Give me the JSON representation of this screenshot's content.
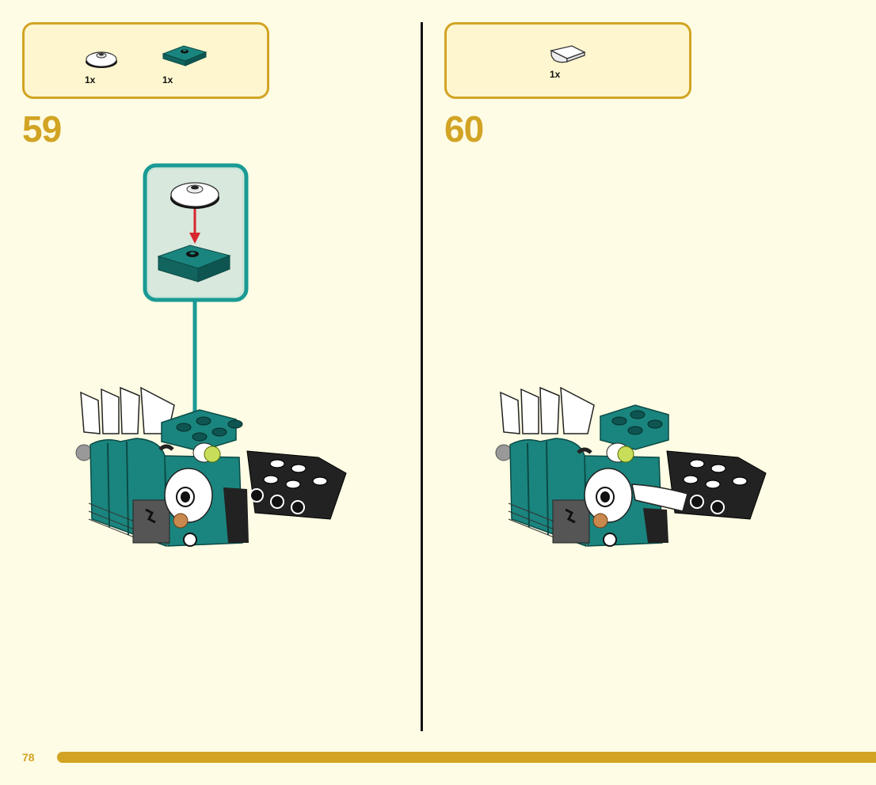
{
  "page": {
    "number": "78"
  },
  "steps": [
    {
      "number": "59",
      "parts": [
        {
          "qty": "1x",
          "icon": "white-round-dish-icon"
        },
        {
          "qty": "1x",
          "icon": "teal-plate-2x2-icon"
        }
      ]
    },
    {
      "number": "60",
      "parts": [
        {
          "qty": "1x",
          "icon": "white-curved-slope-icon"
        }
      ]
    }
  ],
  "colors": {
    "accent": "#d2a424",
    "background": "#fefce4",
    "callout_border": "#1a9a94",
    "brick_teal": "#1a857e",
    "arrow_red": "#d8262e"
  }
}
